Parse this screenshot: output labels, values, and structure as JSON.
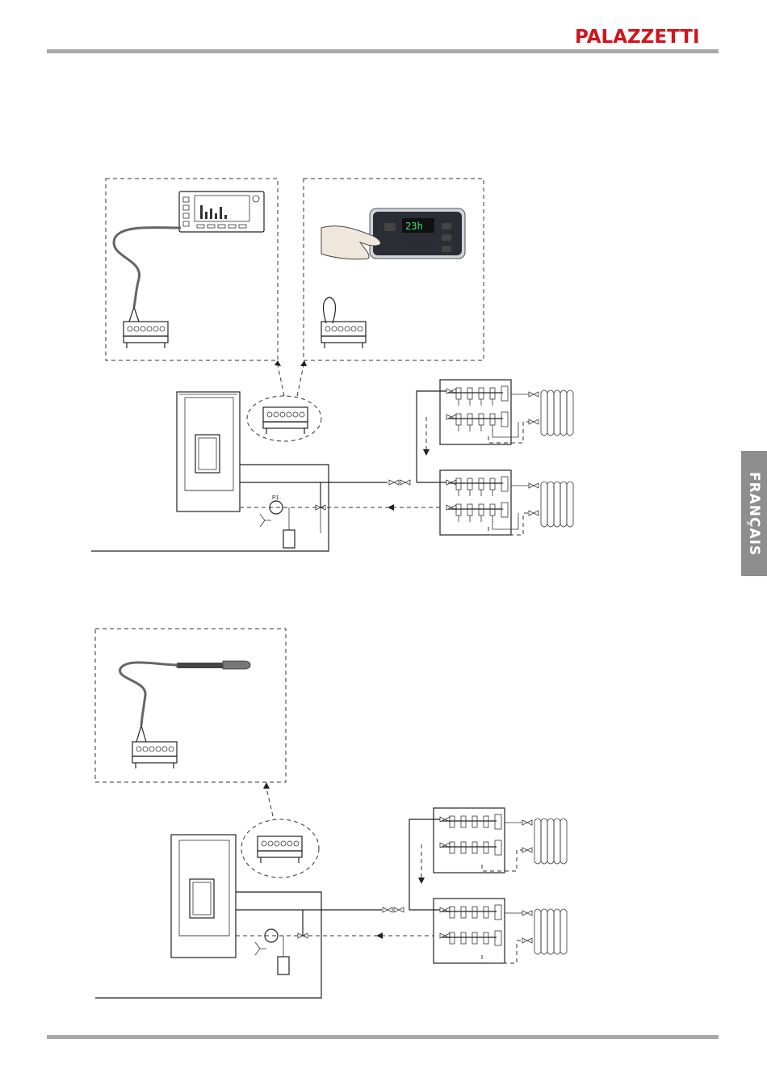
{
  "header": {
    "brand": "PALAZZETTI"
  },
  "side_tab": {
    "language": "FRANÇAIS"
  },
  "diagram1": {
    "controller_display": "23h",
    "pump_label": "P1"
  },
  "colors": {
    "brand_red": "#d2141b",
    "rule_gray": "#a8a8a8",
    "tab_gray": "#8e8e8e"
  }
}
